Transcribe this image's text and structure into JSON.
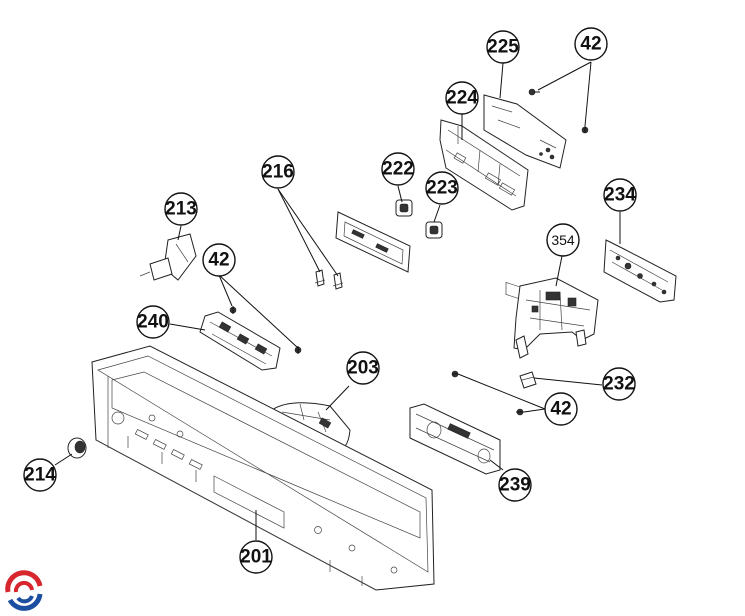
{
  "callouts": {
    "p225": "225",
    "p42_top": "42",
    "p224": "224",
    "p216": "216",
    "p222": "222",
    "p223": "223",
    "p234": "234",
    "p213": "213",
    "p42_mid": "42",
    "p354": "354",
    "p240": "240",
    "p203": "203",
    "p232": "232",
    "p42_right": "42",
    "p214": "214",
    "p239": "239",
    "p201": "201"
  },
  "colors": {
    "logo_red": "#d7262e",
    "logo_blue": "#1c4fa0"
  },
  "icons": {
    "logo": "brand-swirl-icon"
  }
}
